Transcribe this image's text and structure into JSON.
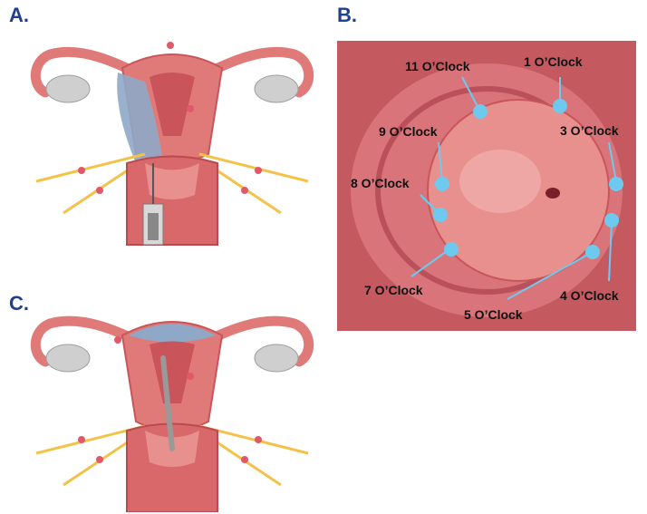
{
  "panels": {
    "a": {
      "letter": "A."
    },
    "b": {
      "letter": "B."
    },
    "c": {
      "letter": "C."
    }
  },
  "clock_positions": [
    {
      "label": "11 O’Clock"
    },
    {
      "label": "1 O’Clock"
    },
    {
      "label": "9 O’Clock"
    },
    {
      "label": "3 O’Clock"
    },
    {
      "label": "8 O’Clock"
    },
    {
      "label": "7 O’Clock"
    },
    {
      "label": "5 O’Clock"
    },
    {
      "label": "4 O’Clock"
    }
  ],
  "colors": {
    "letter": "#1f3f8f",
    "marker": "#6ec9ee",
    "tissue": "#e07a78",
    "tissue_dark": "#c9555a",
    "nerve": "#f2c24a",
    "anesthetic": "#8fa8c8"
  }
}
